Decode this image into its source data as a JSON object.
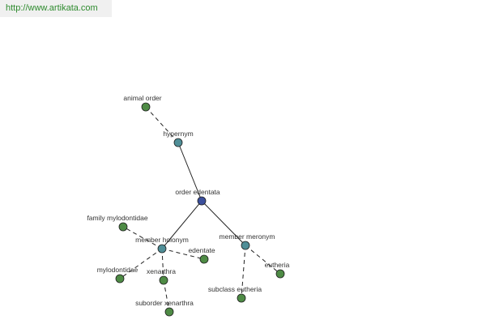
{
  "header": {
    "url": "http://www.artikata.com"
  },
  "colors": {
    "central": "#3b4f9c",
    "relation": "#4f8e97",
    "leaf": "#4e8b45",
    "url_text": "#2e8b2e"
  },
  "graph": {
    "nodes": [
      {
        "id": "animal-order",
        "label": "animal order",
        "kind": "leaf"
      },
      {
        "id": "hypernym",
        "label": "hypernym",
        "kind": "relation"
      },
      {
        "id": "order-edentata",
        "label": "order edentata",
        "kind": "central"
      },
      {
        "id": "family-mylodontidae",
        "label": "family mylodontidae",
        "kind": "leaf"
      },
      {
        "id": "member-holonym",
        "label": "member holonym",
        "kind": "relation"
      },
      {
        "id": "member-meronym",
        "label": "member meronym",
        "kind": "relation"
      },
      {
        "id": "edentate",
        "label": "edentate",
        "kind": "leaf"
      },
      {
        "id": "eutheria",
        "label": "eutheria",
        "kind": "leaf"
      },
      {
        "id": "mylodontidae",
        "label": "mylodontidae",
        "kind": "leaf"
      },
      {
        "id": "xenarthra",
        "label": "xenarthra",
        "kind": "leaf"
      },
      {
        "id": "subclass-eutheria",
        "label": "subclass eutheria",
        "kind": "leaf"
      },
      {
        "id": "suborder-xenarthra",
        "label": "suborder xenarthra",
        "kind": "leaf"
      }
    ],
    "edges": [
      {
        "from": "animal-order",
        "to": "hypernym",
        "style": "dashed"
      },
      {
        "from": "hypernym",
        "to": "order-edentata",
        "style": "solid"
      },
      {
        "from": "order-edentata",
        "to": "member-holonym",
        "style": "solid"
      },
      {
        "from": "order-edentata",
        "to": "member-meronym",
        "style": "solid"
      },
      {
        "from": "member-holonym",
        "to": "family-mylodontidae",
        "style": "dashed"
      },
      {
        "from": "member-holonym",
        "to": "edentate",
        "style": "dashed"
      },
      {
        "from": "member-holonym",
        "to": "mylodontidae",
        "style": "dashed"
      },
      {
        "from": "member-holonym",
        "to": "xenarthra",
        "style": "dashed"
      },
      {
        "from": "xenarthra",
        "to": "suborder-xenarthra",
        "style": "dashed"
      },
      {
        "from": "member-meronym",
        "to": "eutheria",
        "style": "dashed"
      },
      {
        "from": "member-meronym",
        "to": "subclass-eutheria",
        "style": "dashed"
      }
    ]
  }
}
